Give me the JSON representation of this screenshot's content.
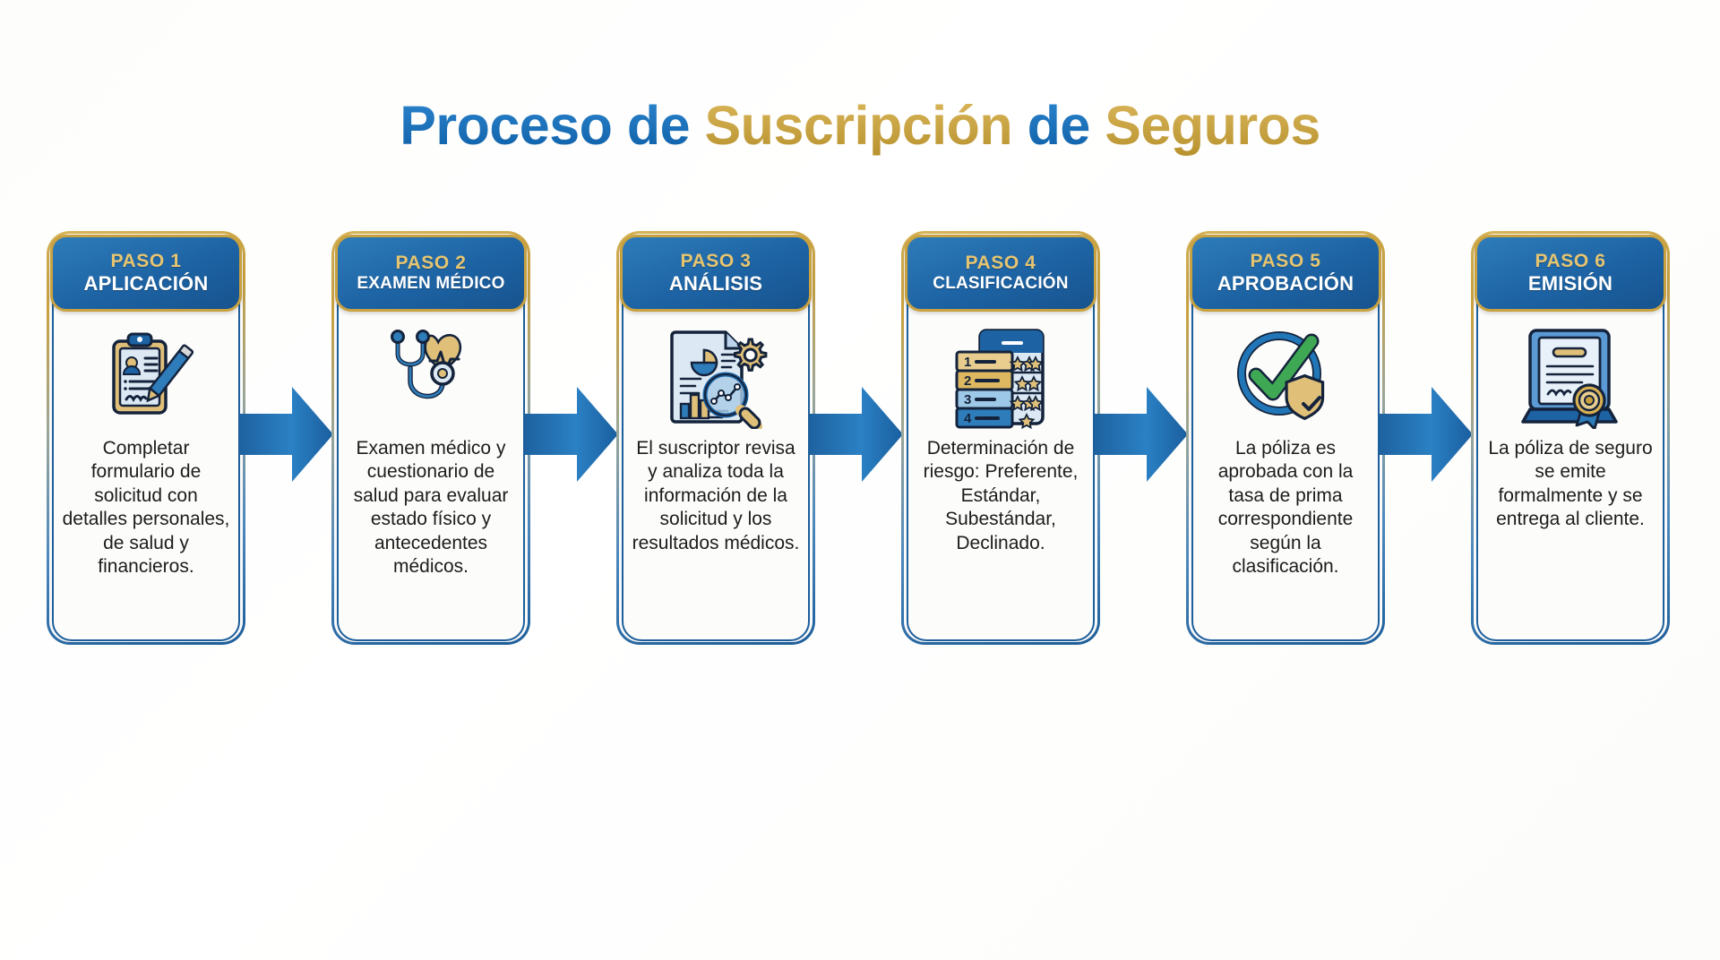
{
  "title": {
    "part1": "Proceso de ",
    "part2": "Suscripción ",
    "part3": "de ",
    "part4": "Seguros"
  },
  "colors": {
    "blue": "#1f74bd",
    "gold": "#c9a13f",
    "header_blue": "#1d63a4",
    "card_border": "#1d5f9c",
    "arrow_blue": "#2176b8",
    "green": "#3fa855",
    "text": "#1c1c1c"
  },
  "steps": [
    {
      "number": "PASO 1",
      "name": "APLICACIÓN",
      "icon": "clipboard-pencil-icon",
      "description": "Completar formulario de solicitud con detalles personales, de salud y financieros."
    },
    {
      "number": "PASO 2",
      "name": "EXAMEN MÉDICO",
      "icon": "stethoscope-heart-icon",
      "description": "Examen médico y cuestionario de salud para evaluar estado físico y antecedentes médicos."
    },
    {
      "number": "PASO 3",
      "name": "ANÁLISIS",
      "icon": "report-magnifier-gear-icon",
      "description": "El suscriptor revisa y analiza toda la información de la solicitud y los resultados médicos."
    },
    {
      "number": "PASO 4",
      "name": "CLASIFICACIÓN",
      "icon": "ranking-stars-icon",
      "description": "Determinación de riesgo: Preferente, Estándar, Subestándar, Declinado."
    },
    {
      "number": "PASO 5",
      "name": "APROBACIÓN",
      "icon": "check-shield-icon",
      "description": "La póliza es aprobada con la tasa de prima correspondiente según la clasificación."
    },
    {
      "number": "PASO 6",
      "name": "EMISIÓN",
      "icon": "certificate-seal-icon",
      "description": "La póliza de seguro se emite formalmente y se entrega al cliente."
    }
  ],
  "arrows": {
    "count": 5,
    "name": "flow-arrow-right"
  }
}
